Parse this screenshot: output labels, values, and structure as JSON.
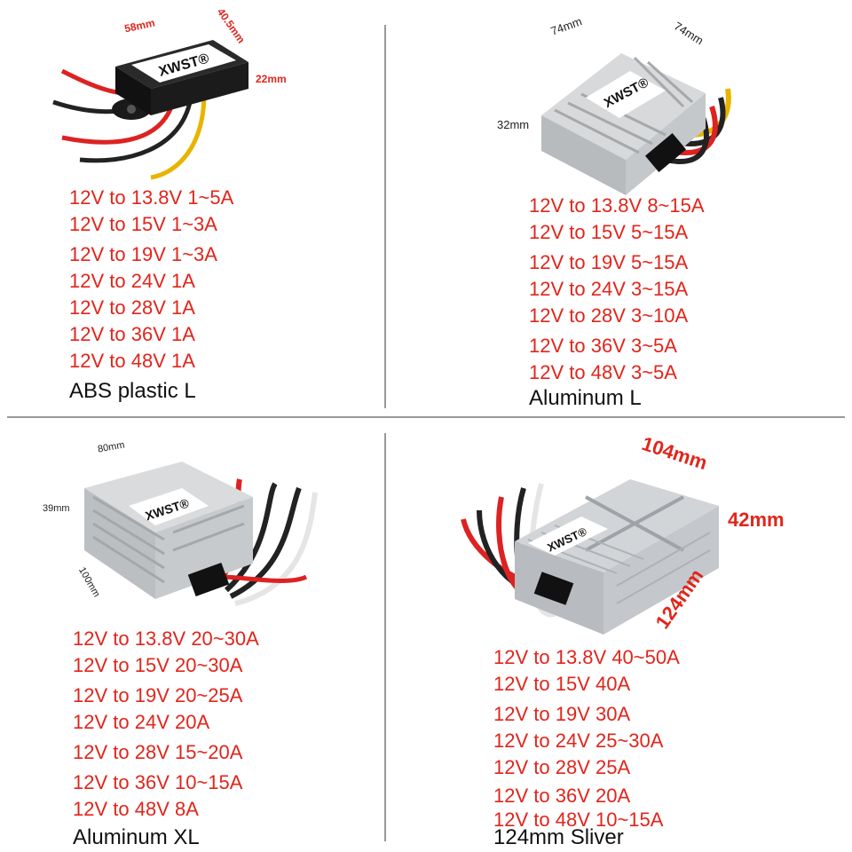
{
  "brand": "XWST",
  "colors": {
    "accent_red": "#e1251b",
    "divider": "#999999"
  },
  "panels": [
    {
      "name": "ABS plastic L",
      "dims": [
        "58mm",
        "40.5mm",
        "22mm"
      ],
      "specs": [
        "12V to 13.8V 1~5A",
        "12V to 15V 1~3A",
        "12V to 19V 1~3A",
        "12V to 24V 1A",
        "12V to 28V 1A",
        "12V to 36V 1A",
        "12V to 48V 1A"
      ]
    },
    {
      "name": "Aluminum L",
      "dims": [
        "74mm",
        "74mm",
        "32mm"
      ],
      "specs": [
        "12V to 13.8V 8~15A",
        "12V to 15V 5~15A",
        "12V to 19V 5~15A",
        "12V to 24V 3~15A",
        "12V to 28V 3~10A",
        "12V to 36V 3~5A",
        "12V to 48V 3~5A"
      ]
    },
    {
      "name": "Aluminum XL",
      "dims": [
        "80mm",
        "39mm",
        "100mm"
      ],
      "specs": [
        "12V to 13.8V 20~30A",
        "12V to 15V 20~30A",
        "12V to 19V 20~25A",
        "12V to 24V 20A",
        "12V to 28V 15~20A",
        "12V to 36V 10~15A",
        "12V to 48V 8A"
      ]
    },
    {
      "name": "124mm Sliver",
      "dims": [
        "104mm",
        "42mm",
        "124mm"
      ],
      "specs": [
        "12V to 13.8V 40~50A",
        "12V to 15V 40A",
        "12V to 19V 30A",
        "12V to 24V 25~30A",
        "12V to 28V 25A",
        "12V to 36V 20A",
        "12V to 48V 10~15A"
      ]
    }
  ]
}
